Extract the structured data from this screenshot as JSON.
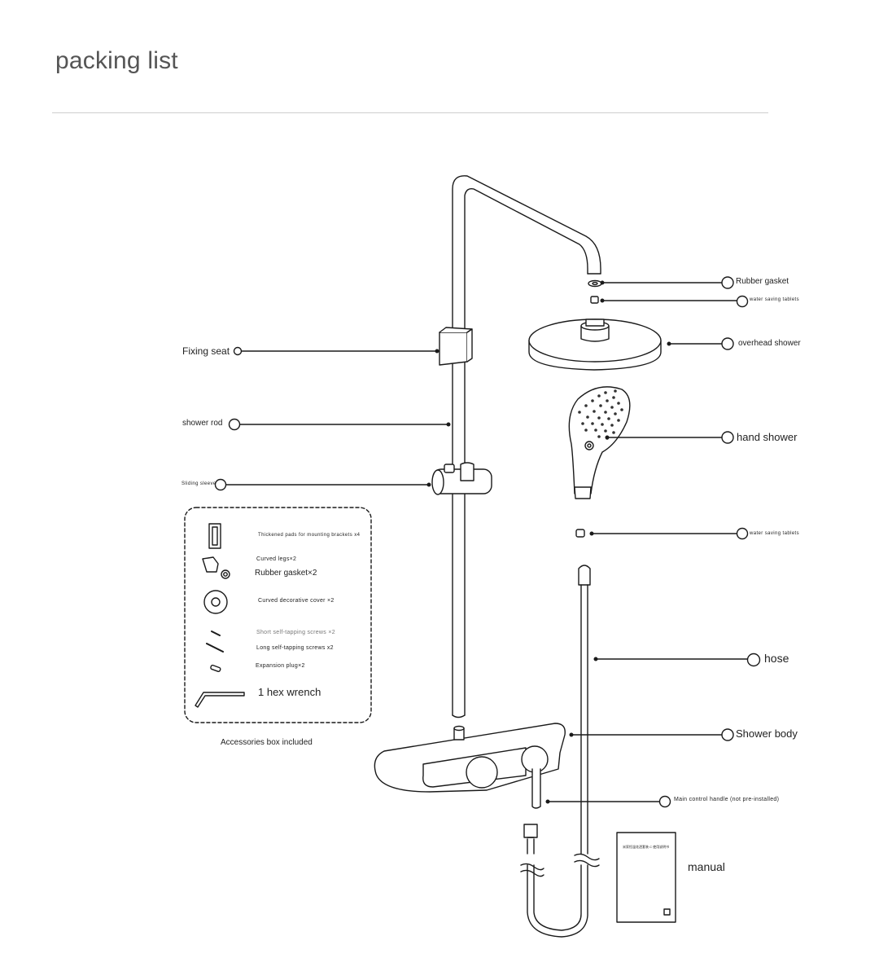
{
  "page": {
    "title": "packing list"
  },
  "left_labels": {
    "fixing_seat": "Fixing seat",
    "shower_rod": "shower rod",
    "sliding_sleeve": "Sliding sleeve"
  },
  "right_labels": {
    "rubber_gasket": "Rubber gasket",
    "water_saving_tablets_top": "water saving tablets",
    "overhead_shower": "overhead shower",
    "hand_shower": "hand shower",
    "water_saving_tablets_mid": "water saving tablets",
    "hose": "hose",
    "shower_body": "Shower body",
    "main_control_handle": "Main control handle (not pre-installed)",
    "manual": "manual"
  },
  "accessories": {
    "caption": "Accessories box included",
    "items": [
      "Thickened pads for mounting brackets x4",
      "Curved legs×2",
      "Rubber gasket×2",
      "Curved decorative cover ×2",
      "Short self-tapping screws ×2",
      "Long self-tapping screws x2",
      "Expansion plug×2",
      "1 hex wrench"
    ]
  },
  "manual_cover": {
    "header_text": "米家恒温花洒套装 C 使用说明书"
  },
  "colors": {
    "line": "#1a1a1a",
    "rule": "#cfcfcf",
    "title": "#555555"
  }
}
